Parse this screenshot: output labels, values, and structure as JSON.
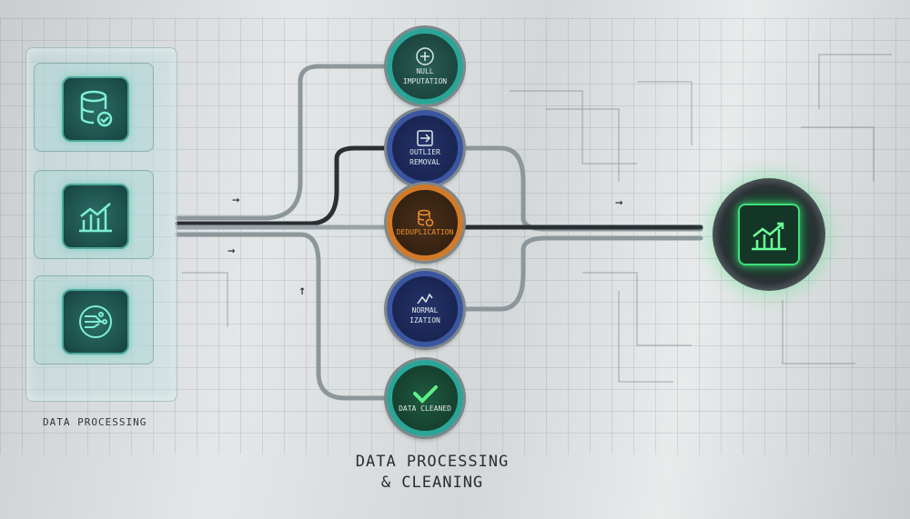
{
  "title": {
    "line1": "DATA PROCESSING",
    "line2": "& CLEANING"
  },
  "source_panel": {
    "label": "DATA PROCESSING",
    "cards": [
      {
        "icon": "database-check-icon"
      },
      {
        "icon": "bar-chart-trend-icon"
      },
      {
        "icon": "circuit-chip-icon"
      }
    ]
  },
  "steps": [
    {
      "label1": "NULL",
      "label2": "IMPUTATION",
      "icon": "plus-circle-icon",
      "color": "#1f4a44",
      "ring": "#2aa597"
    },
    {
      "label1": "OUTLIER",
      "label2": "REMOVAL",
      "icon": "arrow-box-icon",
      "color": "#1c2a55",
      "ring": "#3c55a0"
    },
    {
      "label1": "DEDUPLICATION",
      "label2": "",
      "icon": "database-icon",
      "color": "#3a2515",
      "ring": "#d07a2a"
    },
    {
      "label1": "NORMAL",
      "label2": "IZATION",
      "icon": "trend-line-icon",
      "color": "#1c2a55",
      "ring": "#3c55a0"
    },
    {
      "label1": "DATA CLEANED",
      "label2": "",
      "icon": "checkmark-icon",
      "color": "#18402f",
      "ring": "#2aa597"
    }
  ],
  "output": {
    "icon": "bar-chart-trend-icon",
    "color": "#3ee07a"
  },
  "arrows": [
    "→",
    "→",
    "↑",
    "→"
  ]
}
